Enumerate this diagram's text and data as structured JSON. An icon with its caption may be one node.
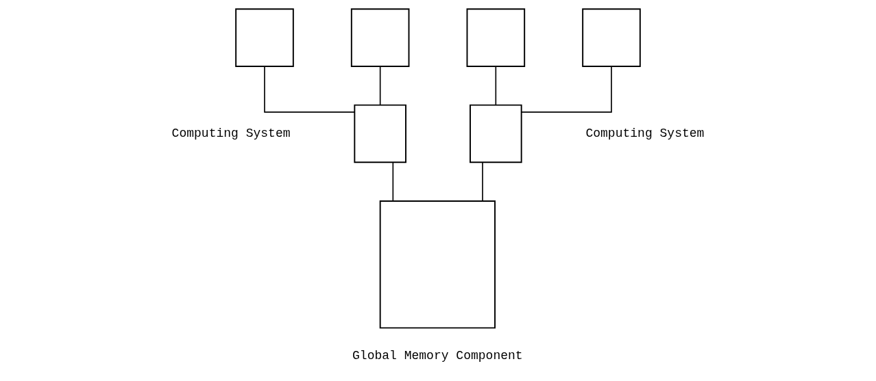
{
  "diagram": {
    "nodes": [
      {
        "text": [],
        "shape": "box"
      },
      {
        "text": [],
        "shape": "box"
      },
      {
        "text": [],
        "shape": "box"
      },
      {
        "text": [],
        "shape": "box"
      },
      {
        "text": [],
        "shape": "box"
      },
      {
        "text": [],
        "shape": "box"
      },
      {
        "text": [],
        "shape": "box",
        "beside": [
          "Global Memory Component"
        ]
      }
    ],
    "edges": [
      {
        "from": 0,
        "to": 4,
        "arrow": "none"
      },
      {
        "from": 1,
        "to": 4,
        "arrow": "none"
      },
      {
        "from": 2,
        "to": 5,
        "arrow": "none"
      },
      {
        "from": 3,
        "to": 5,
        "arrow": "none"
      },
      {
        "from": 4,
        "to": 6,
        "arrow": "none"
      },
      {
        "from": 6,
        "to": 5,
        "arrow": "none"
      }
    ],
    "labels": [
      "Computing System",
      "Computing System"
    ]
  }
}
